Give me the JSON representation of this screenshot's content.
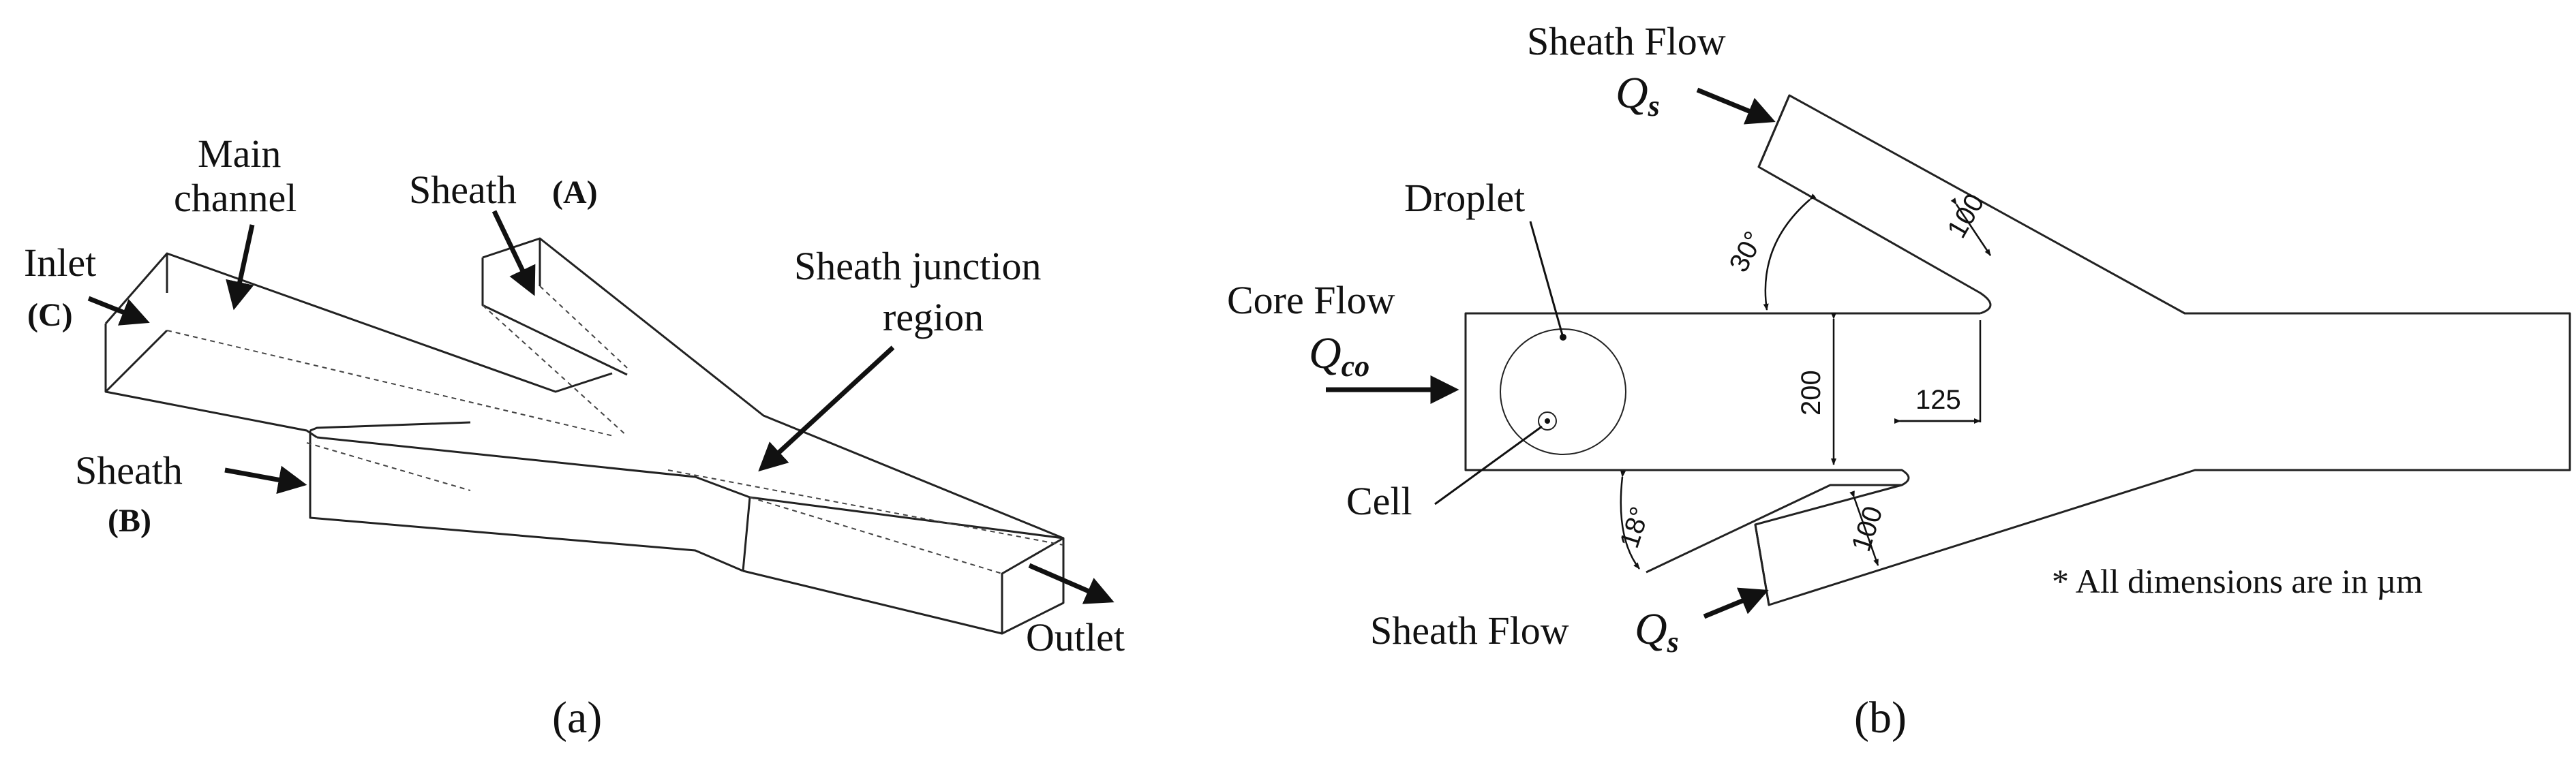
{
  "panel_a": {
    "caption": "(a)",
    "labels": {
      "main_channel": [
        "Main",
        "channel"
      ],
      "inlet": "Inlet",
      "inlet_tag": "(C)",
      "sheath_a": "Sheath",
      "sheath_a_tag": "(A)",
      "sheath_b": "Sheath",
      "sheath_b_tag": "(B)",
      "junction": [
        "Sheath junction",
        "region"
      ],
      "outlet": "Outlet"
    }
  },
  "panel_b": {
    "caption": "(b)",
    "labels": {
      "sheath_flow_top": "Sheath Flow",
      "q_s": "Q",
      "q_s_sub": "s",
      "droplet": "Droplet",
      "core_flow": "Core Flow",
      "q_co": "Q",
      "q_co_sub": "co",
      "cell": "Cell",
      "sheath_flow_bottom": "Sheath Flow",
      "note": "* All dimensions are in µm"
    },
    "dimensions": {
      "angle_top": "30°",
      "angle_bottom": "18°",
      "width_top": "100",
      "width_bottom": "100",
      "channel_height": "200",
      "offset": "125"
    }
  }
}
